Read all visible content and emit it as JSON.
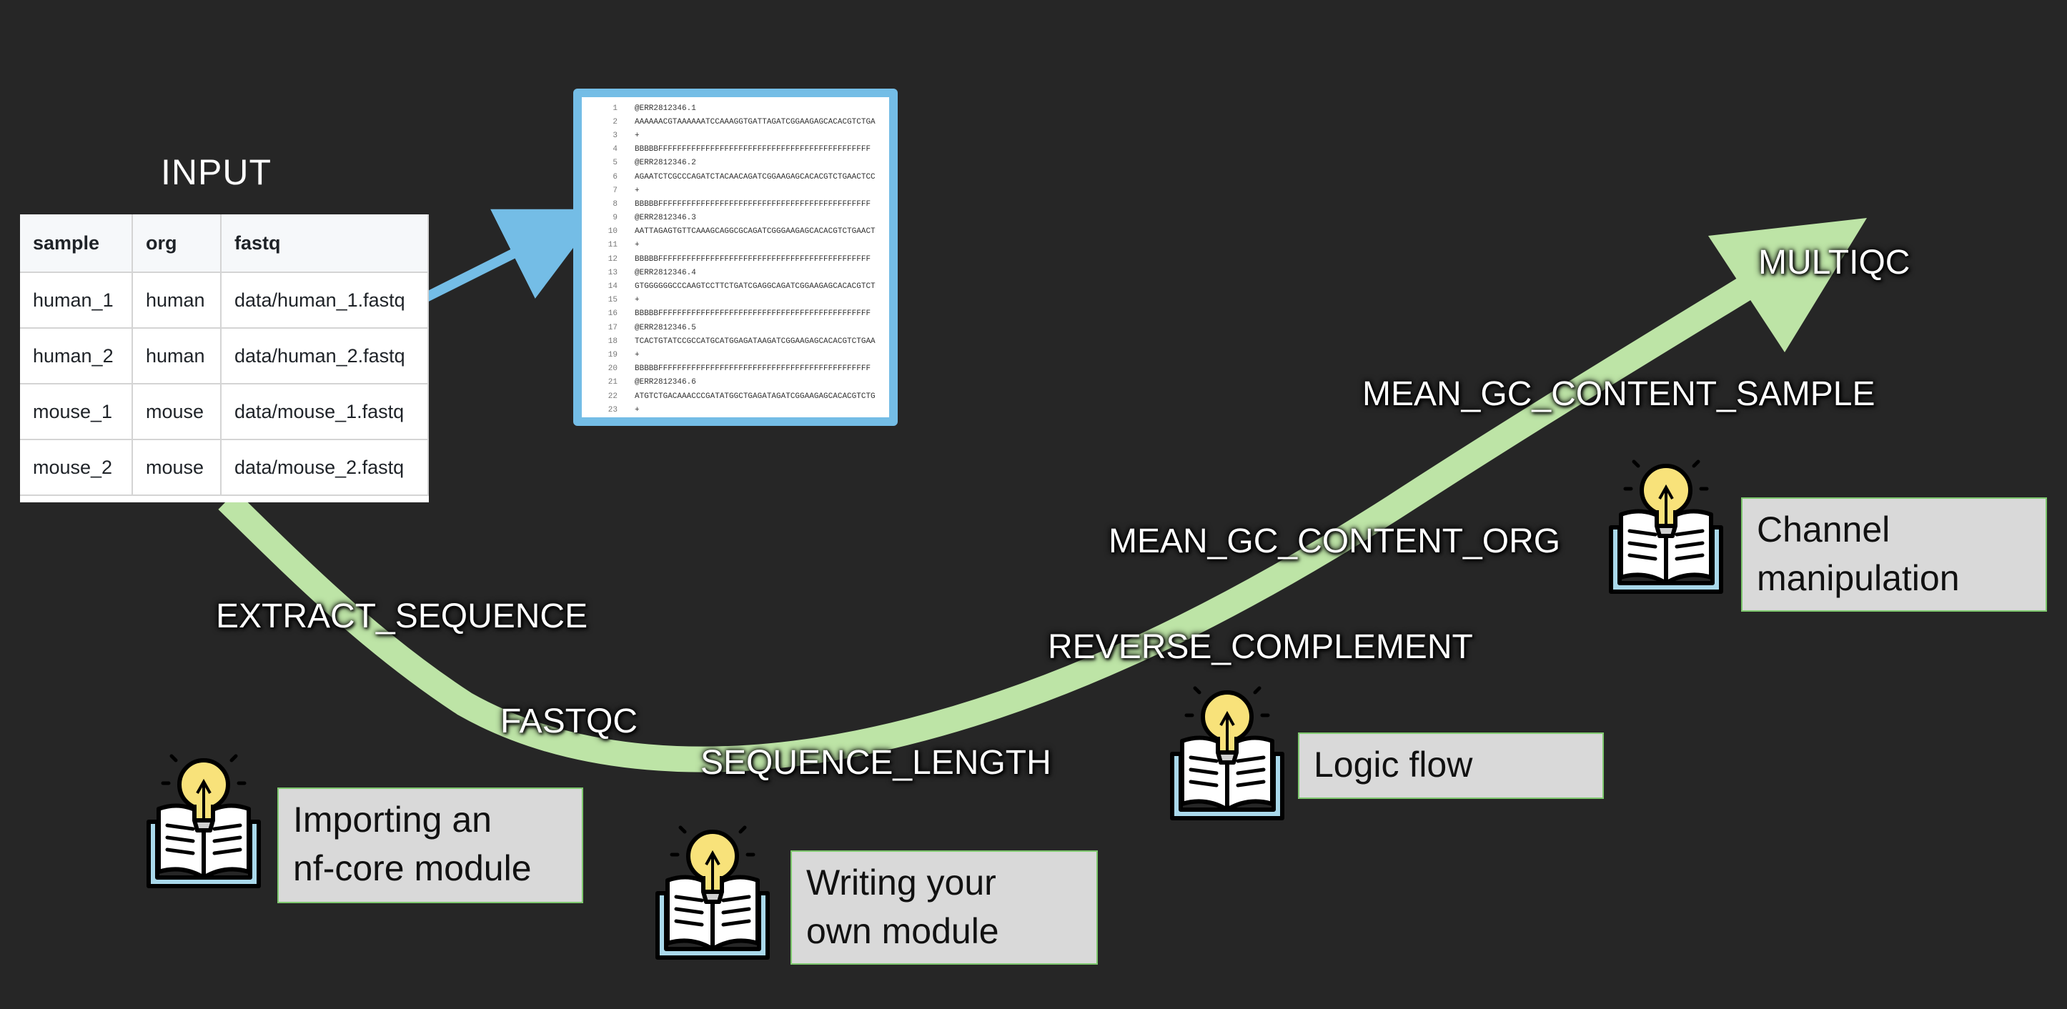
{
  "input": {
    "title": "INPUT",
    "columns": [
      "sample",
      "org",
      "fastq"
    ],
    "rows": [
      [
        "human_1",
        "human",
        "data/human_1.fastq"
      ],
      [
        "human_2",
        "human",
        "data/human_2.fastq"
      ],
      [
        "mouse_1",
        "mouse",
        "data/mouse_1.fastq"
      ],
      [
        "mouse_2",
        "mouse",
        "data/mouse_2.fastq"
      ]
    ]
  },
  "fastq_preview": [
    {
      "n": "1",
      "t": "@ERR2812346.1"
    },
    {
      "n": "2",
      "t": "AAAAAACGTAAAAAATCCAAAGGTGATTAGATCGGAAGAGCACACGTCTGA"
    },
    {
      "n": "3",
      "t": "+"
    },
    {
      "n": "4",
      "t": "BBBBBFFFFFFFFFFFFFFFFFFFFFFFFFFFFFFFFFFFFFFFFFFFFF"
    },
    {
      "n": "5",
      "t": "@ERR2812346.2"
    },
    {
      "n": "6",
      "t": "AGAATCTCGCCCAGATCTACAACAGATCGGAAGAGCACACGTCTGAACTCC"
    },
    {
      "n": "7",
      "t": "+"
    },
    {
      "n": "8",
      "t": "BBBBBFFFFFFFFFFFFFFFFFFFFFFFFFFFFFFFFFFFFFFFFFFFFF"
    },
    {
      "n": "9",
      "t": "@ERR2812346.3"
    },
    {
      "n": "10",
      "t": "AATTAGAGTGTTCAAAGCAGGCGCAGATCGGGAAGAGCACACGTCTGAACT"
    },
    {
      "n": "11",
      "t": "+"
    },
    {
      "n": "12",
      "t": "BBBBBFFFFFFFFFFFFFFFFFFFFFFFFFFFFFFFFFFFFFFFFFFFFF"
    },
    {
      "n": "13",
      "t": "@ERR2812346.4"
    },
    {
      "n": "14",
      "t": "GTGGGGGGCCCAAGTCCTTCTGATCGAGGCAGATCGGAAGAGCACACGTCT"
    },
    {
      "n": "15",
      "t": "+"
    },
    {
      "n": "16",
      "t": "BBBBBFFFFFFFFFFFFFFFFFFFFFFFFFFFFFFFFFFFFFFFFFFFFF"
    },
    {
      "n": "17",
      "t": "@ERR2812346.5"
    },
    {
      "n": "18",
      "t": "TCACTGTATCCGCCATGCATGGAGATAAGATCGGAAGAGCACACGTCTGAA"
    },
    {
      "n": "19",
      "t": "+"
    },
    {
      "n": "20",
      "t": "BBBBBFFFFFFFFFFFFFFFFFFFFFFFFFFFFFFFFFFFFFFFFFFFFF"
    },
    {
      "n": "21",
      "t": "@ERR2812346.6"
    },
    {
      "n": "22",
      "t": "ATGTCTGACAAACCCGATATGGCTGAGATAGATCGGAAGAGCACACGTCTG"
    },
    {
      "n": "23",
      "t": "+"
    }
  ],
  "steps": {
    "extract_sequence": "EXTRACT_SEQUENCE",
    "fastqc": "FASTQC",
    "sequence_length": "SEQUENCE_LENGTH",
    "reverse_complement": "REVERSE_COMPLEMENT",
    "mean_gc_content_org": "MEAN_GC_CONTENT_ORG",
    "mean_gc_content_sample": "MEAN_GC_CONTENT_SAMPLE",
    "multiqc": "MULTIQC"
  },
  "topics": {
    "importing": [
      "Importing an",
      "nf-core module"
    ],
    "writing": [
      "Writing your",
      "own module"
    ],
    "logic": [
      "Logic flow"
    ],
    "channel": [
      "Channel",
      "manipulation"
    ]
  },
  "icons": {
    "topic_icon": "lightbulb-book-icon"
  },
  "colors": {
    "background": "#262626",
    "path": "#bde4a6",
    "link_arrow": "#74bde6",
    "topic_box": "#d9d9d9",
    "topic_border": "#7ec86e",
    "bulb": "#f8e27a"
  }
}
